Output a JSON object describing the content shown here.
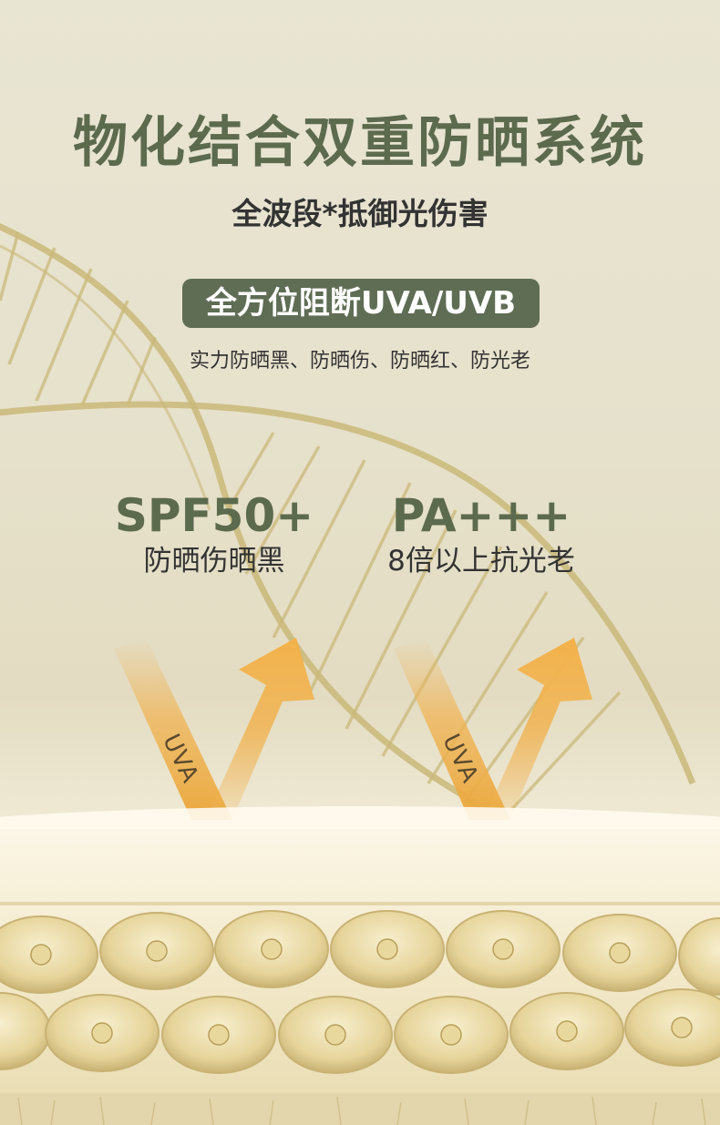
{
  "title": "物化结合双重防晒系统",
  "subtitle": "全波段*抵御光伤害",
  "badge": "全方位阻断UVA/UVB",
  "benefits": "实力防晒黑、防晒伤、防晒红、防光老",
  "stats": [
    {
      "value": "SPF50+",
      "desc": "防晒伤晒黑"
    },
    {
      "value": "PA+++",
      "desc": "8倍以上抗光老"
    }
  ],
  "ray_label": "UVA",
  "colors": {
    "accent_green": "#5c6a4e",
    "badge_bg": "#5e6d54",
    "arrow_orange": "#f0b352",
    "dna_gold": "#c9b879"
  }
}
